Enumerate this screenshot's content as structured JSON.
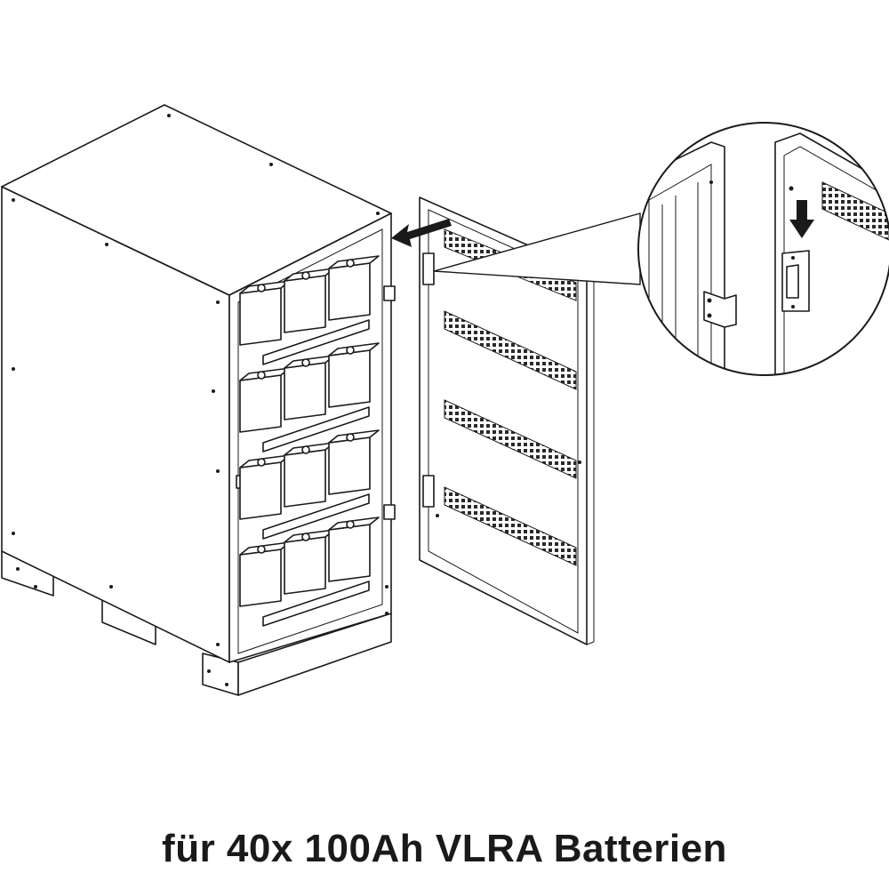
{
  "caption": "für 40x 100Ah VLRA Batterien",
  "figure": {
    "subject": "cabinet-with-door",
    "battery_rows": 4,
    "batteries_per_visible_row": 3,
    "detail_callout": "door-hinge-detail",
    "callout_arrow": "down-arrow-icon"
  },
  "colors": {
    "line": "#1a1a1a",
    "background": "#ffffff",
    "perforation": "#2a2a2a"
  }
}
